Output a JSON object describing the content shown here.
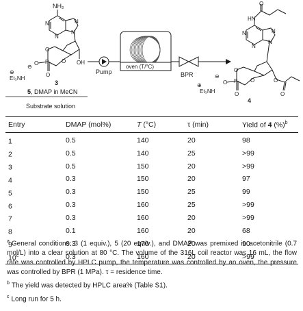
{
  "scheme": {
    "sm_nh2": "NH₂",
    "n_atom": "N",
    "o_atom": "O",
    "p_atom": "P",
    "oh": "OH",
    "neg": "⊖",
    "pos": "⊕",
    "et3nh": "Et₃NH",
    "compound_3": "3",
    "reagent_line": "5, DMAP in MeCN",
    "reagent_num": "5",
    "reagent_rest": ", DMAP in MeCN",
    "substrate_label": "Substrate solution",
    "pump_label": "Pump",
    "oven_label": "oven (T/°C)",
    "bpr_label": "BPR",
    "product_hn": "HN",
    "compound_4": "4"
  },
  "table": {
    "headers": {
      "entry": "Entry",
      "dmap": "DMAP (mol%)",
      "temp_sym": "T",
      "temp_unit": " (°C)",
      "tau_sym": "τ",
      "tau_unit": " (min)",
      "yield_pre": "Yield of ",
      "yield_num": "4",
      "yield_post": " (%)",
      "yield_mark": "b"
    },
    "rows": [
      {
        "entry": "1",
        "sup": "",
        "dmap": "0.5",
        "t": "140",
        "tau": "20",
        "yield": "98"
      },
      {
        "entry": "2",
        "sup": "",
        "dmap": "0.5",
        "t": "140",
        "tau": "25",
        "yield": ">99"
      },
      {
        "entry": "3",
        "sup": "",
        "dmap": "0.5",
        "t": "150",
        "tau": "20",
        "yield": ">99"
      },
      {
        "entry": "4",
        "sup": "",
        "dmap": "0.3",
        "t": "150",
        "tau": "20",
        "yield": "97"
      },
      {
        "entry": "5",
        "sup": "",
        "dmap": "0.3",
        "t": "150",
        "tau": "25",
        "yield": "99"
      },
      {
        "entry": "6",
        "sup": "",
        "dmap": "0.3",
        "t": "160",
        "tau": "25",
        "yield": ">99"
      },
      {
        "entry": "7",
        "sup": "",
        "dmap": "0.3",
        "t": "160",
        "tau": "20",
        "yield": ">99"
      },
      {
        "entry": "8",
        "sup": "",
        "dmap": "0.1",
        "t": "160",
        "tau": "20",
        "yield": "68"
      },
      {
        "entry": "9",
        "sup": "",
        "dmap": "0.3",
        "t": "170",
        "tau": "20",
        "yield": "90"
      },
      {
        "entry": "10",
        "sup": "c",
        "dmap": "0.3",
        "t": "160",
        "tau": "20",
        "yield": ">99"
      }
    ]
  },
  "notes": {
    "a_mark": "a",
    "a_text": "General conditions: 3 (1 equiv.), 5 (20 equiv.), and DMAP was premixed in acetonitrile (0.7 mol/L) into a clear solution at 80 °C. The volume of the 316L coil reactor was 16 mL, the flow rate was controlled by HPLC pump, the temperature was controlled by an oven, the pressure was controlled by BPR (1 MPa). τ = residence time.",
    "b_mark": "b",
    "b_text": "The yield was detected by HPLC area% (Table S1).",
    "c_mark": "c",
    "c_text": "Long run for 5 h."
  }
}
